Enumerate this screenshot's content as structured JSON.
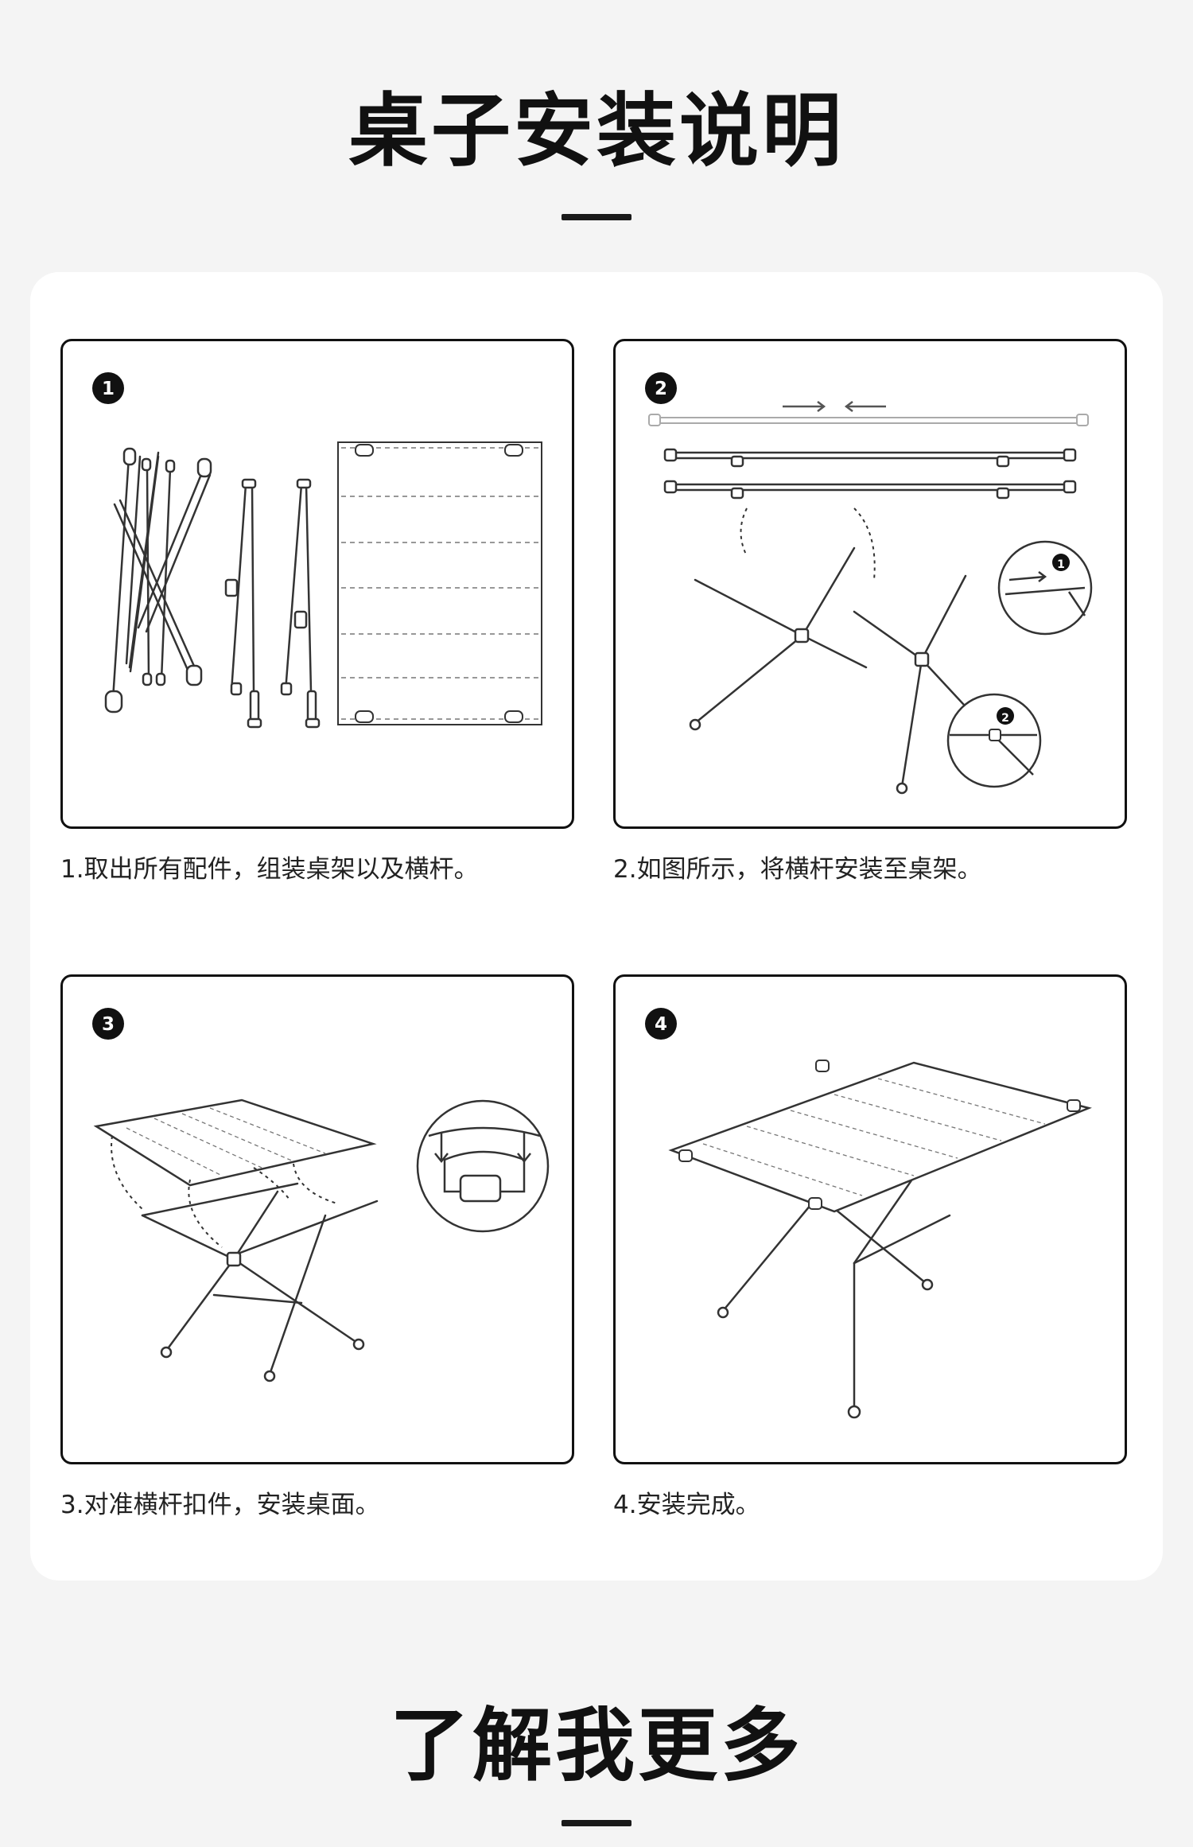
{
  "page": {
    "title": "桌子安装说明",
    "footer_title": "了解我更多"
  },
  "steps": [
    {
      "badge": "1",
      "caption": "1.取出所有配件，组装桌架以及横杆。"
    },
    {
      "badge": "2",
      "caption": "2.如图所示，将横杆安装至桌架。",
      "detail_badges": [
        "1",
        "2"
      ]
    },
    {
      "badge": "3",
      "caption": "3.对准横杆扣件，安装桌面。"
    },
    {
      "badge": "4",
      "caption": "4.安装完成。"
    }
  ],
  "colors": {
    "background": "#f4f4f4",
    "card": "#ffffff",
    "ink": "#111111"
  }
}
